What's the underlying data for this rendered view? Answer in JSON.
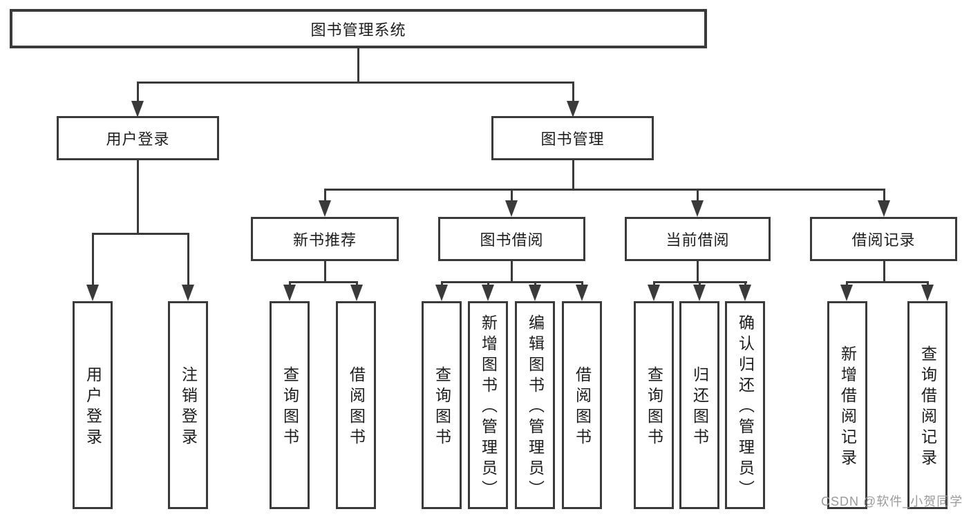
{
  "diagram": {
    "root": "图书管理系统",
    "level2": {
      "user_login": "用户登录",
      "book_mgmt": "图书管理"
    },
    "level3": {
      "new_book": "新书推荐",
      "borrow": "图书借阅",
      "current": "当前借阅",
      "records": "借阅记录"
    },
    "leaves": {
      "user_login": [
        "用户登录",
        "注销登录"
      ],
      "new_book": [
        "查询图书",
        "借阅图书"
      ],
      "borrow": [
        "查询图书",
        "新增图书（管理员）",
        "编辑图书（管理员）",
        "借阅图书"
      ],
      "current": [
        "查询图书",
        "归还图书",
        "确认归还（管理员）"
      ],
      "records": [
        "新增借阅记录",
        "查询借阅记录"
      ]
    }
  },
  "watermark": "CSDN @软件_小贺同学",
  "colors": {
    "line": "#3a3a3a",
    "text": "#1d1d1d",
    "watermark": "#9a9a9a",
    "background": "#ffffff"
  }
}
